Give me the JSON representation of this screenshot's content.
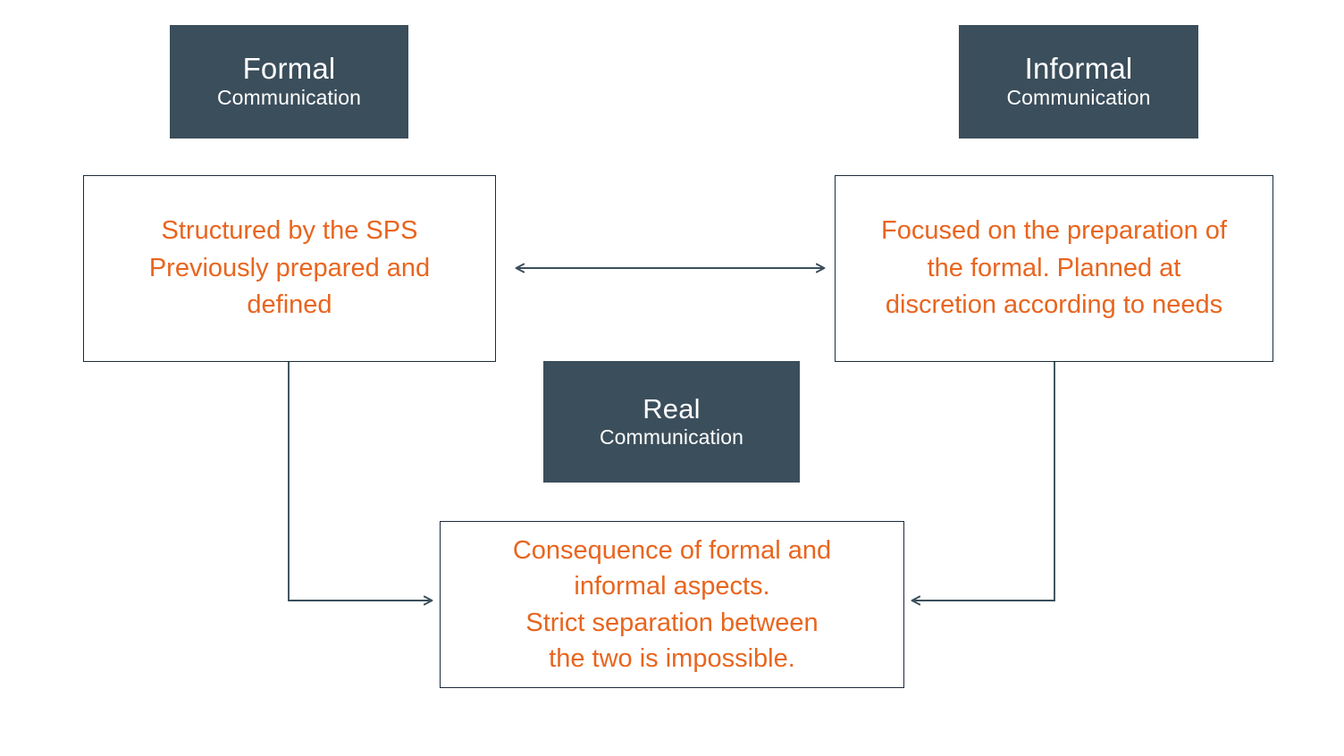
{
  "slide": {
    "background_color": "#ffffff",
    "accent_dark": "#3b4e5b",
    "accent_orange": "#e8651f",
    "connector_color": "#3b4e5b",
    "box_border_color": "#1d2b3a"
  },
  "headers": {
    "formal": {
      "title": "Formal",
      "subtitle": "Communication"
    },
    "informal": {
      "title": "Informal",
      "subtitle": "Communication"
    },
    "real": {
      "title": "Real",
      "subtitle": "Communication"
    }
  },
  "boxes": {
    "formal": {
      "text": "Structured by the SPS\nPreviously prepared and\ndefined"
    },
    "informal": {
      "text": "Focused on the preparation of\nthe formal. Planned at\ndiscretion according to needs"
    },
    "real": {
      "text": "Consequence of formal and\ninformal aspects.\nStrict separation between\nthe two is impossible."
    }
  },
  "connectors": [
    {
      "name": "formal-informal-bidirectional",
      "type": "double-arrow-horizontal"
    },
    {
      "name": "formal-to-real",
      "type": "elbow-arrow-down-right"
    },
    {
      "name": "informal-to-real",
      "type": "elbow-arrow-down-left"
    }
  ]
}
